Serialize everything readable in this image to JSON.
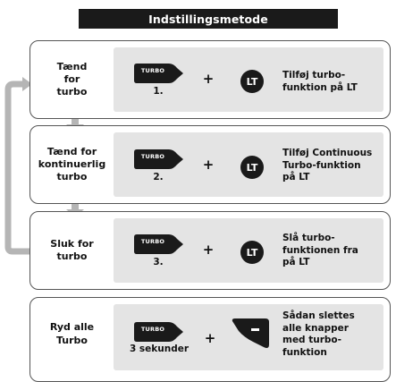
{
  "header": {
    "title": "Indstillingsmetode"
  },
  "common": {
    "turbo_label": "TURBO",
    "plus": "+",
    "lt_label": "LT"
  },
  "rows": [
    {
      "label": "Tænd\nfor\nturbo",
      "number": "1.",
      "description": "Tilføj turbo-\nfunktion på LT"
    },
    {
      "label": "Tænd for\nkontinuerlig\nturbo",
      "number": "2.",
      "description": "Tilføj Continuous\nTurbo-funktion\npå LT"
    },
    {
      "label": "Sluk for\nturbo",
      "number": "3.",
      "description": "Slå turbo-\nfunktionen fra\npå LT"
    },
    {
      "label": "Ryd alle\nTurbo",
      "duration": "3 sekunder",
      "description": "Sådan slettes\nalle knapper\nmed turbo-\nfunktion"
    }
  ],
  "colors": {
    "header_bg": "#1a1a1a",
    "content_bg": "#e4e4e4",
    "arrow": "#b5b5b5",
    "border": "#555555"
  }
}
